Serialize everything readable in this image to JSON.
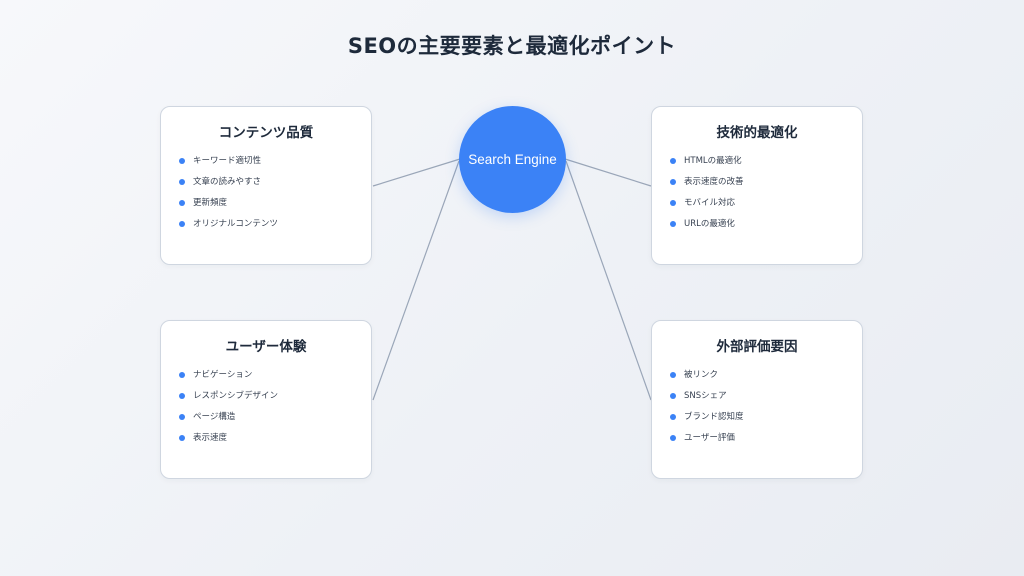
{
  "title": "SEOの主要要素と最適化ポイント",
  "hub": {
    "label": "Search Engine"
  },
  "colors": {
    "hub": "#3b82f6",
    "bullet": "#3b82f6",
    "connector": "#9aa6b8",
    "title_text": "#1e2a3b"
  },
  "cards": {
    "content_quality": {
      "title": "コンテンツ品質",
      "items": [
        "キーワード適切性",
        "文章の読みやすさ",
        "更新頻度",
        "オリジナルコンテンツ"
      ]
    },
    "technical": {
      "title": "技術的最適化",
      "items": [
        "HTMLの最適化",
        "表示速度の改善",
        "モバイル対応",
        "URLの最適化"
      ]
    },
    "user_experience": {
      "title": "ユーザー体験",
      "items": [
        "ナビゲーション",
        "レスポンシブデザイン",
        "ページ構造",
        "表示速度"
      ]
    },
    "external": {
      "title": "外部評価要因",
      "items": [
        "被リンク",
        "SNSシェア",
        "ブランド認知度",
        "ユーザー評価"
      ]
    }
  }
}
